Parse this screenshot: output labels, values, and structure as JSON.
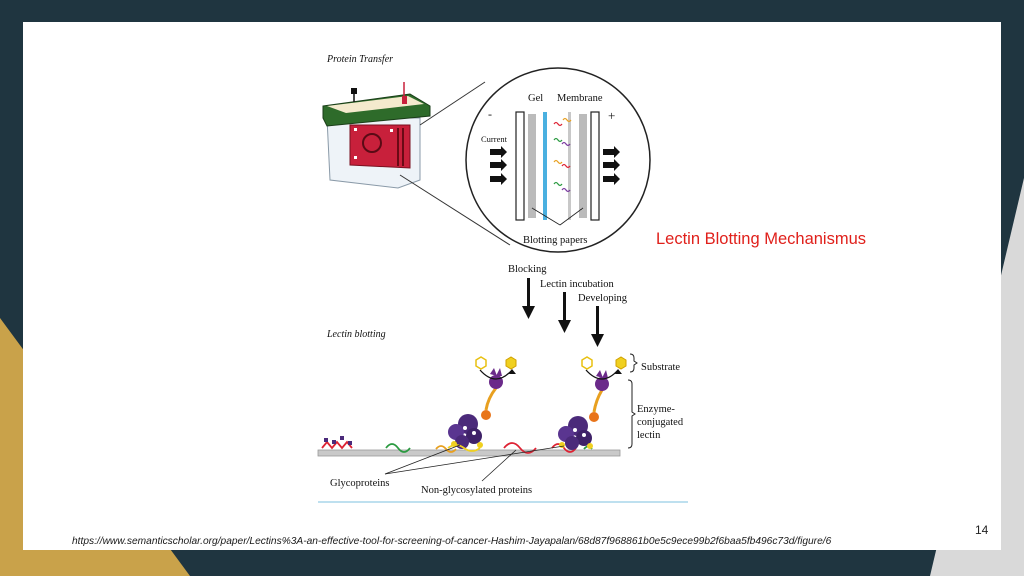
{
  "slide": {
    "title": "Lectin Blotting Mechanismus",
    "source_url": "https://www.semanticscholar.org/paper/Lectins%3A-an-effective-tool-for-screening-of-cancer-Hashim-Jayapalan/68d87f968861b0e5c9ece99b2f6baa5fb496c73d/figure/6",
    "page_number": "14"
  },
  "figure": {
    "protein_transfer": "Protein Transfer",
    "gel": "Gel",
    "membrane": "Membrane",
    "minus": "-",
    "plus": "+",
    "current": "Current",
    "blotting_papers": "Blotting papers",
    "blocking": "Blocking",
    "lectin_incubation": "Lectin incubation",
    "developing": "Developing",
    "lectin_blotting": "Lectin blotting",
    "substrate": "Substrate",
    "enzyme_line1": "Enzyme-",
    "enzyme_line2": "conjugated",
    "enzyme_line3": "lectin",
    "glycoproteins": "Glycoproteins",
    "non_glycosylated": "Non-glycosylated proteins"
  },
  "colors": {
    "slide_bg": "#1f3540",
    "accent_gold": "#c9a24a",
    "title_red": "#e0201b",
    "apparatus_green": "#2e6b2a",
    "apparatus_red": "#c8203b",
    "enzyme_purple": "#4b2a7a"
  }
}
